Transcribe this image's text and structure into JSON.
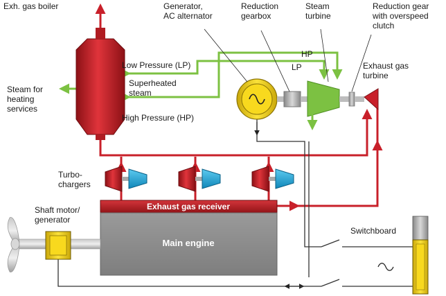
{
  "labels": {
    "exh_gas_boiler": "Exh. gas boiler",
    "generator_1": "Generator,",
    "generator_2": "AC alternator",
    "reduction_gearbox_1": "Reduction",
    "reduction_gearbox_2": "gearbox",
    "steam_turbine_1": "Steam",
    "steam_turbine_2": "turbine",
    "reduction_gear_clutch_1": "Reduction gear",
    "reduction_gear_clutch_2": "with overspeed",
    "reduction_gear_clutch_3": "clutch",
    "hp_short": "HP",
    "lp_short": "LP",
    "exhaust_gas_turbine_1": "Exhaust gas",
    "exhaust_gas_turbine_2": "turbine",
    "low_pressure": "Low Pressure (LP)",
    "superheated_1": "Superheated",
    "superheated_2": "steam",
    "high_pressure": "High Pressure (HP)",
    "steam_heating_1": "Steam for",
    "steam_heating_2": "heating",
    "steam_heating_3": "services",
    "turbochargers_1": "Turbo-",
    "turbochargers_2": "chargers",
    "shaft_motor_1": "Shaft motor/",
    "shaft_motor_2": "generator",
    "exhaust_gas_receiver": "Exhaust gas receiver",
    "main_engine": "Main engine",
    "switchboard": "Switchboard"
  },
  "colors": {
    "exhaust": "#c8202a",
    "steam": "#7cc142",
    "generator": "#f2d21e",
    "engine": "#8e8e8e",
    "compressor": "#1ca3d9",
    "wire": "#333333"
  }
}
